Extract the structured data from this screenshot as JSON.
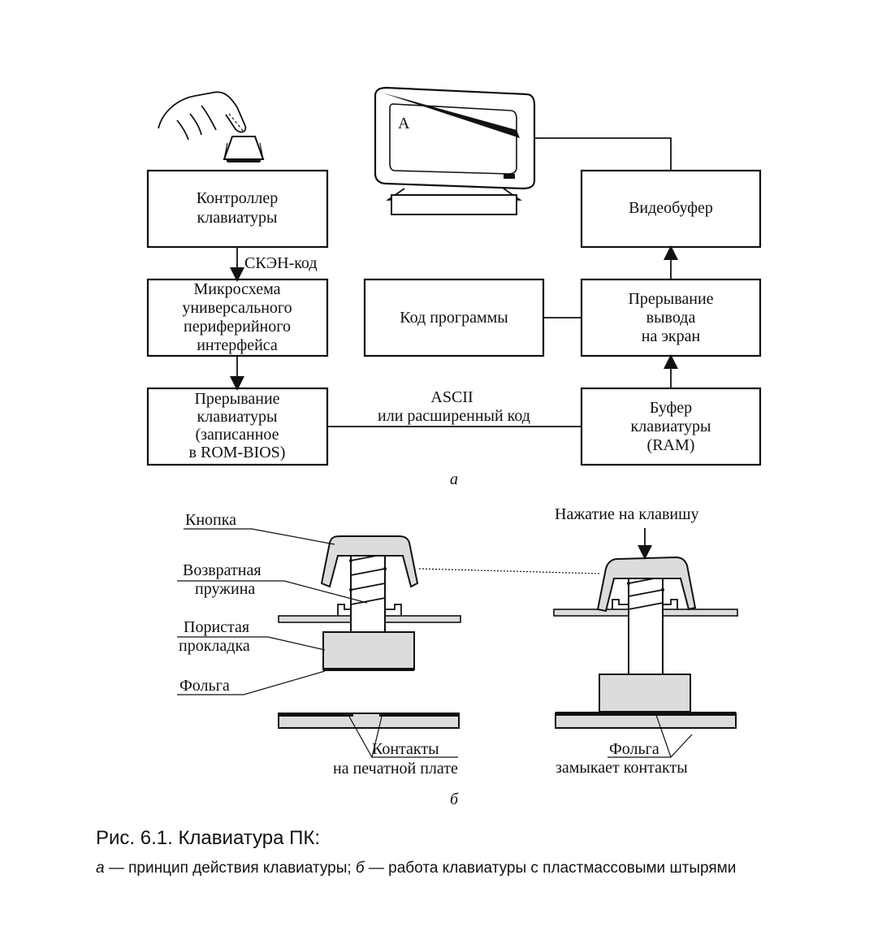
{
  "diagram_a": {
    "blocks": {
      "keyboard_controller": [
        "Контроллер",
        "клавиатуры"
      ],
      "microchip": [
        "Микросхема",
        "универсального",
        "периферийного",
        "интерфейса"
      ],
      "keyboard_interrupt": [
        "Прерывание",
        "клавиатуры",
        "(записанное",
        "в ROM-BIOS)"
      ],
      "program_code": [
        "Код программы"
      ],
      "video_buffer": [
        "Видеобуфер"
      ],
      "output_interrupt": [
        "Прерывание",
        "вывода",
        "на экран"
      ],
      "keyboard_buffer": [
        "Буфер",
        "клавиатуры",
        "(RAM)"
      ]
    },
    "scan_code_label": "СКЭН-код",
    "ascii_label": [
      "ASCII",
      "или расширенный код"
    ],
    "screen_letter": "A",
    "sublabel": "а"
  },
  "diagram_b": {
    "labels": {
      "button": "Кнопка",
      "spring": [
        "Возвратная",
        "пружина"
      ],
      "pad": [
        "Пористая",
        "прокладка"
      ],
      "foil": "Фольга",
      "contacts": [
        "Контакты",
        "на печатной плате"
      ],
      "press": "Нажатие на клавишу",
      "foil_closes": [
        "Фольга",
        "замыкает контакты"
      ]
    },
    "sublabel": "б"
  },
  "caption": {
    "title": "Рис. 6.1. Клавиатура ПК:",
    "a_letter": "а",
    "a_text": " — принцип действия клавиатуры; ",
    "b_letter": "б",
    "b_text": " — работа клавиатуры с пластмассовыми штырями"
  }
}
